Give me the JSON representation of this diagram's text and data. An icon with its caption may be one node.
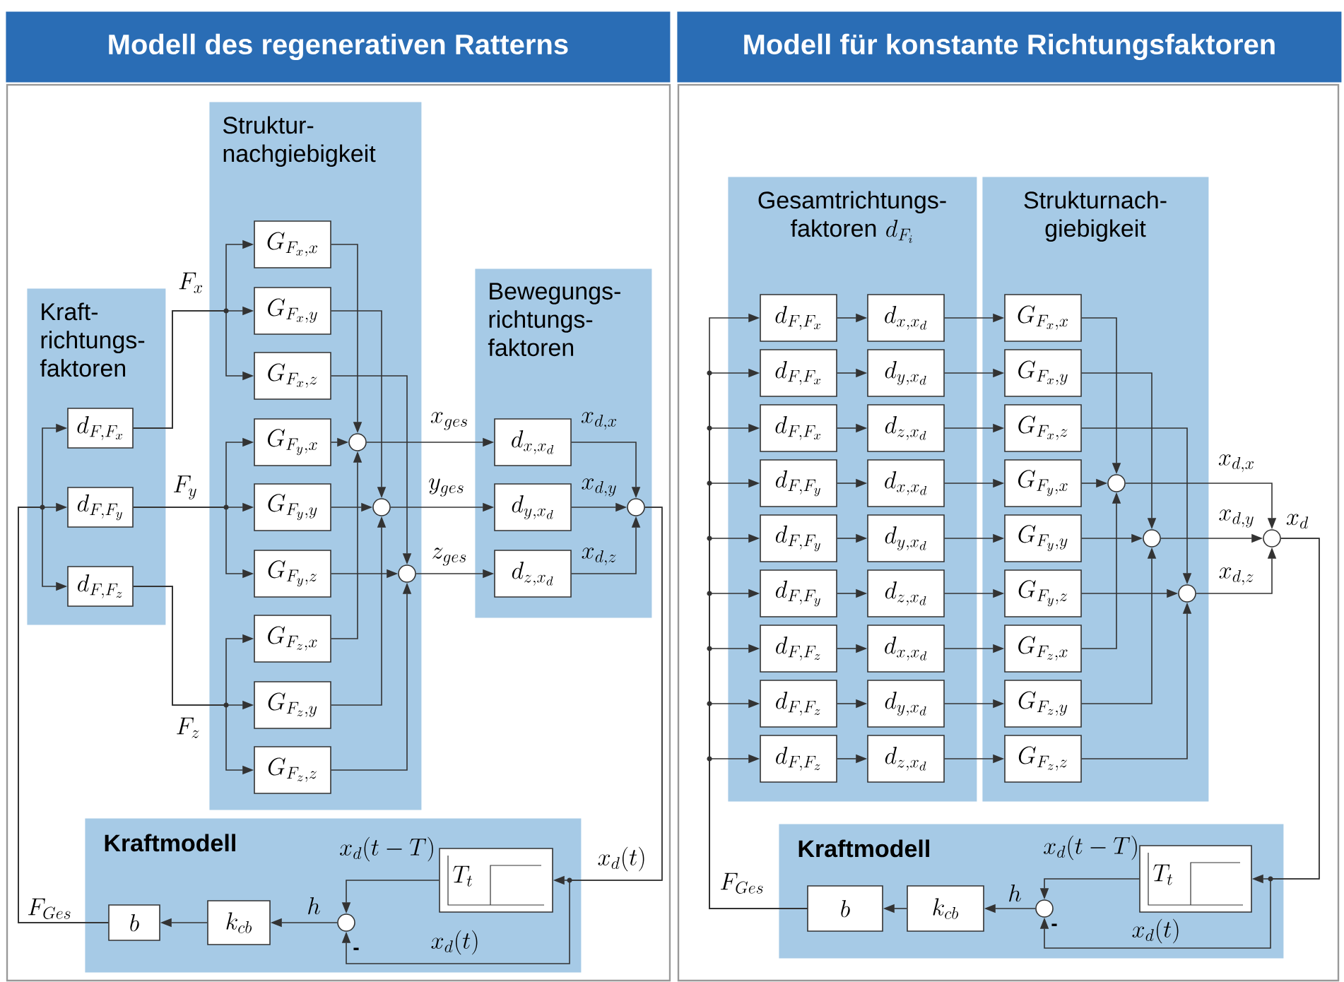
{
  "diagram": {
    "nodes": [
      {
        "text": [
          "Modell des regenerativen Ratterns"
        ]
      },
      {
        "text": [
          "Kraft- richtungs- faktoren"
        ]
      },
      {
        "text": [
          "d_{F,F_x}"
        ],
        "in": 1
      },
      {
        "text": [
          "d_{F,F_y}"
        ],
        "in": 1
      },
      {
        "text": [
          "d_{F,F_z}"
        ],
        "in": 1
      },
      {
        "text": [
          "Struktur- nachgiebigkeit"
        ]
      },
      {
        "text": [
          "G_{F_x,x}"
        ],
        "in": 5
      },
      {
        "text": [
          "G_{F_x,y}"
        ],
        "in": 5
      },
      {
        "text": [
          "G_{F_x,z}"
        ],
        "in": 5
      },
      {
        "text": [
          "G_{F_y,x}"
        ],
        "in": 5
      },
      {
        "text": [
          "G_{F_y,y}"
        ],
        "in": 5
      },
      {
        "text": [
          "G_{F_y,z}"
        ],
        "in": 5
      },
      {
        "text": [
          "G_{F_z,x}"
        ],
        "in": 5
      },
      {
        "text": [
          "G_{F_z,y}"
        ],
        "in": 5
      },
      {
        "text": [
          "G_{F_z,z}"
        ],
        "in": 5
      },
      {
        "text": [],
        "shape": "circle",
        "in": 5
      },
      {
        "text": [],
        "shape": "circle",
        "in": 5
      },
      {
        "text": [],
        "shape": "circle",
        "in": 5
      },
      {
        "text": [
          "Bewegungs- richtungs- faktoren"
        ]
      },
      {
        "text": [
          "d_{x,x_d}"
        ],
        "in": 18
      },
      {
        "text": [
          "d_{y,x_d}"
        ],
        "in": 18
      },
      {
        "text": [
          "d_{z,x_d}"
        ],
        "in": 18
      },
      {
        "text": [],
        "shape": "circle",
        "in": 18
      },
      {
        "text": [
          "Kraftmodell"
        ]
      },
      {
        "text": [
          "b"
        ],
        "in": 23
      },
      {
        "text": [
          "k_{cb}"
        ],
        "in": 23
      },
      {
        "text": [],
        "shape": "circle",
        "in": 23
      },
      {
        "text": [
          "T_t"
        ],
        "in": 23
      },
      {
        "text": [
          "Modell für konstante Richtungsfaktoren"
        ]
      },
      {
        "text": [
          "Gesamtrichtungs- faktoren",
          "d_{F_i}"
        ]
      },
      {
        "text": [
          "d_{F,F_x}"
        ],
        "in": 29
      },
      {
        "text": [
          "d_{F,F_x}"
        ],
        "in": 29
      },
      {
        "text": [
          "d_{F,F_x}"
        ],
        "in": 29
      },
      {
        "text": [
          "d_{F,F_y}"
        ],
        "in": 29
      },
      {
        "text": [
          "d_{F,F_y}"
        ],
        "in": 29
      },
      {
        "text": [
          "d_{F,F_y}"
        ],
        "in": 29
      },
      {
        "text": [
          "d_{F,F_z}"
        ],
        "in": 29
      },
      {
        "text": [
          "d_{F,F_z}"
        ],
        "in": 29
      },
      {
        "text": [
          "d_{F,F_z}"
        ],
        "in": 29
      },
      {
        "text": [
          "d_{x,x_d}"
        ],
        "in": 29
      },
      {
        "text": [
          "d_{y,x_d}"
        ],
        "in": 29
      },
      {
        "text": [
          "d_{z,x_d}"
        ],
        "in": 29
      },
      {
        "text": [
          "d_{x,x_d}"
        ],
        "in": 29
      },
      {
        "text": [
          "d_{y,x_d}"
        ],
        "in": 29
      },
      {
        "text": [
          "d_{z,x_d}"
        ],
        "in": 29
      },
      {
        "text": [
          "d_{x,x_d}"
        ],
        "in": 29
      },
      {
        "text": [
          "d_{y,x_d}"
        ],
        "in": 29
      },
      {
        "text": [
          "d_{z,x_d}"
        ],
        "in": 29
      },
      {
        "text": [
          "Strukturnach- giebigkeit"
        ]
      },
      {
        "text": [
          "G_{F_x,x}"
        ],
        "in": 48
      },
      {
        "text": [
          "G_{F_x,y}"
        ],
        "in": 48
      },
      {
        "text": [
          "G_{F_x,z}"
        ],
        "in": 48
      },
      {
        "text": [
          "G_{F_y,x}"
        ],
        "in": 48
      },
      {
        "text": [
          "G_{F_y,y}"
        ],
        "in": 48
      },
      {
        "text": [
          "G_{F_y,z}"
        ],
        "in": 48
      },
      {
        "text": [
          "G_{F_z,x}"
        ],
        "in": 48
      },
      {
        "text": [
          "G_{F_z,y}"
        ],
        "in": 48
      },
      {
        "text": [
          "G_{F_z,z}"
        ],
        "in": 48
      },
      {
        "text": [],
        "shape": "circle",
        "in": 48
      },
      {
        "text": [],
        "shape": "circle",
        "in": 48
      },
      {
        "text": [],
        "shape": "circle",
        "in": 48
      },
      {
        "text": [],
        "shape": "circle"
      },
      {
        "text": [
          "Kraftmodell"
        ]
      },
      {
        "text": [
          "b"
        ],
        "in": 62
      },
      {
        "text": [
          "k_{cb}"
        ],
        "in": 62
      },
      {
        "text": [],
        "shape": "circle",
        "in": 62
      },
      {
        "text": [
          "T_t"
        ],
        "in": 62
      }
    ],
    "edges": [
      {
        "from": 2,
        "to": 6,
        "arrow": "to",
        "label": "F_x"
      },
      {
        "from": 2,
        "to": 7,
        "arrow": "to"
      },
      {
        "from": 2,
        "to": 8,
        "arrow": "to"
      },
      {
        "from": 3,
        "to": 9,
        "arrow": "to",
        "label": "F_y"
      },
      {
        "from": 3,
        "to": 10,
        "arrow": "to"
      },
      {
        "from": 3,
        "to": 11,
        "arrow": "to"
      },
      {
        "from": 4,
        "to": 12,
        "arrow": "to",
        "label": "F_z"
      },
      {
        "from": 4,
        "to": 13,
        "arrow": "to"
      },
      {
        "from": 4,
        "to": 14,
        "arrow": "to"
      },
      {
        "from": 6,
        "to": 15,
        "arrow": "to"
      },
      {
        "from": 9,
        "to": 15,
        "arrow": "to"
      },
      {
        "from": 12,
        "to": 15,
        "arrow": "to"
      },
      {
        "from": 7,
        "to": 16,
        "arrow": "to"
      },
      {
        "from": 10,
        "to": 16,
        "arrow": "to"
      },
      {
        "from": 13,
        "to": 16,
        "arrow": "to"
      },
      {
        "from": 8,
        "to": 17,
        "arrow": "to"
      },
      {
        "from": 11,
        "to": 17,
        "arrow": "to"
      },
      {
        "from": 14,
        "to": 17,
        "arrow": "to"
      },
      {
        "from": 15,
        "to": 19,
        "arrow": "to",
        "label": "x_{ges}"
      },
      {
        "from": 16,
        "to": 20,
        "arrow": "to",
        "label": "y_{ges}"
      },
      {
        "from": 17,
        "to": 21,
        "arrow": "to",
        "label": "z_{ges}"
      },
      {
        "from": 19,
        "to": 22,
        "arrow": "to",
        "label": "x_{d,x}"
      },
      {
        "from": 20,
        "to": 22,
        "arrow": "to",
        "label": "x_{d,y}"
      },
      {
        "from": 21,
        "to": 22,
        "arrow": "to",
        "label": "x_{d,z}"
      },
      {
        "from": 22,
        "to": 27,
        "arrow": "to",
        "label": "x_d(t)"
      },
      {
        "from": 22,
        "to": 26,
        "arrow": "to",
        "label": "x_d(t)"
      },
      {
        "from": 27,
        "to": 26,
        "arrow": "to",
        "label": "x_d(t-T)"
      },
      {
        "from": 26,
        "to": 25,
        "arrow": "to",
        "label": "h"
      },
      {
        "from": 25,
        "to": 24,
        "arrow": "to"
      },
      {
        "from": 24,
        "to": 2,
        "arrow": "to",
        "label": "F_{Ges}"
      },
      {
        "from": 24,
        "to": 3,
        "arrow": "to"
      },
      {
        "from": 24,
        "to": 4,
        "arrow": "to"
      },
      {
        "from": 63,
        "to": 30,
        "arrow": "to",
        "label": "F_{Ges}"
      },
      {
        "from": 63,
        "to": 31,
        "arrow": "to"
      },
      {
        "from": 63,
        "to": 32,
        "arrow": "to"
      },
      {
        "from": 63,
        "to": 33,
        "arrow": "to"
      },
      {
        "from": 63,
        "to": 34,
        "arrow": "to"
      },
      {
        "from": 63,
        "to": 35,
        "arrow": "to"
      },
      {
        "from": 63,
        "to": 36,
        "arrow": "to"
      },
      {
        "from": 63,
        "to": 37,
        "arrow": "to"
      },
      {
        "from": 63,
        "to": 38,
        "arrow": "to"
      },
      {
        "from": 30,
        "to": 39,
        "arrow": "to"
      },
      {
        "from": 31,
        "to": 40,
        "arrow": "to"
      },
      {
        "from": 32,
        "to": 41,
        "arrow": "to"
      },
      {
        "from": 33,
        "to": 42,
        "arrow": "to"
      },
      {
        "from": 34,
        "to": 43,
        "arrow": "to"
      },
      {
        "from": 35,
        "to": 44,
        "arrow": "to"
      },
      {
        "from": 36,
        "to": 45,
        "arrow": "to"
      },
      {
        "from": 37,
        "to": 46,
        "arrow": "to"
      },
      {
        "from": 38,
        "to": 47,
        "arrow": "to"
      },
      {
        "from": 39,
        "to": 49,
        "arrow": "to"
      },
      {
        "from": 40,
        "to": 50,
        "arrow": "to"
      },
      {
        "from": 41,
        "to": 51,
        "arrow": "to"
      },
      {
        "from": 42,
        "to": 52,
        "arrow": "to"
      },
      {
        "from": 43,
        "to": 53,
        "arrow": "to"
      },
      {
        "from": 44,
        "to": 54,
        "arrow": "to"
      },
      {
        "from": 45,
        "to": 55,
        "arrow": "to"
      },
      {
        "from": 46,
        "to": 56,
        "arrow": "to"
      },
      {
        "from": 47,
        "to": 57,
        "arrow": "to"
      },
      {
        "from": 49,
        "to": 58,
        "arrow": "to"
      },
      {
        "from": 52,
        "to": 58,
        "arrow": "to"
      },
      {
        "from": 55,
        "to": 58,
        "arrow": "to"
      },
      {
        "from": 50,
        "to": 59,
        "arrow": "to"
      },
      {
        "from": 53,
        "to": 59,
        "arrow": "to"
      },
      {
        "from": 56,
        "to": 59,
        "arrow": "to"
      },
      {
        "from": 51,
        "to": 60,
        "arrow": "to"
      },
      {
        "from": 54,
        "to": 60,
        "arrow": "to"
      },
      {
        "from": 57,
        "to": 60,
        "arrow": "to"
      },
      {
        "from": 58,
        "to": 61,
        "arrow": "to",
        "label": "x_{d,x}"
      },
      {
        "from": 59,
        "to": 61,
        "arrow": "to",
        "label": "x_{d,y}"
      },
      {
        "from": 60,
        "to": 61,
        "arrow": "to",
        "label": "x_{d,z}"
      },
      {
        "from": 61,
        "to": 66,
        "arrow": "to",
        "label": "x_d"
      },
      {
        "from": 61,
        "to": 65,
        "arrow": "to",
        "label": "x_d(t)"
      },
      {
        "from": 66,
        "to": 65,
        "arrow": "to",
        "label": "x_d(t-T)"
      },
      {
        "from": 65,
        "to": 64,
        "arrow": "to",
        "label": "h"
      },
      {
        "from": 64,
        "to": 63,
        "arrow": "to"
      }
    ],
    "labels": [
      "-",
      "-"
    ]
  }
}
